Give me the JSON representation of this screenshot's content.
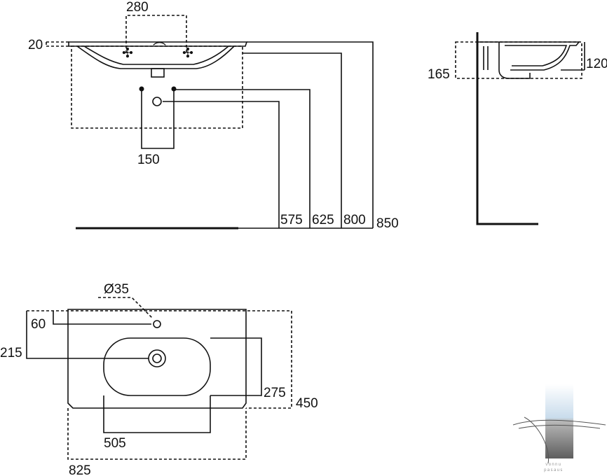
{
  "front_view": {
    "dims": {
      "tap_spacing": "280",
      "rim": "20",
      "fixing_spacing": "150",
      "h575": "575",
      "h625": "625",
      "h800": "800",
      "h850": "850"
    }
  },
  "side_view": {
    "dims": {
      "depth165": "165",
      "depth120": "120"
    }
  },
  "plan_view": {
    "dims": {
      "hole_diameter": "Ø35",
      "hole_offset": "60",
      "bowl_offset": "215",
      "bowl_depth": "275",
      "overall_depth": "450",
      "bowl_width": "505",
      "overall_width": "825"
    }
  },
  "logo": {
    "caption_line1": "vonnu",
    "caption_line2": "pasaus"
  }
}
